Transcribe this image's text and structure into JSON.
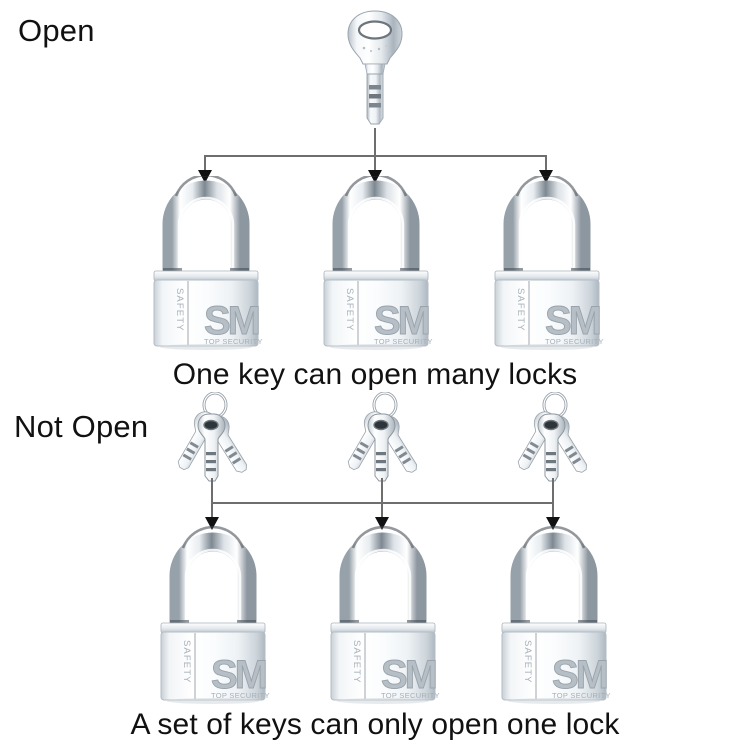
{
  "diagram": {
    "title_labels": {
      "open": "Open",
      "not_open": "Not Open"
    },
    "captions": {
      "top": "One key can open many locks",
      "bottom": "A set of keys can only open one lock"
    },
    "padlock": {
      "side_text": "SAFETY",
      "logo_text": "SM",
      "brand_text": "TOP SECURITY"
    },
    "colors": {
      "background": "#ffffff",
      "text": "#111111",
      "connector": "#6e6e6e",
      "arrow": "#111111",
      "metal_light": "#fdfdfd",
      "metal_mid": "#d7dde2",
      "metal_dark": "#8f9aa3",
      "metal_shadow": "#5d666e",
      "engrave": "#9aa3ac"
    },
    "rows": {
      "top_section": {
        "source_label": "single-key",
        "source_count": 1,
        "target_label": "padlock",
        "target_count": 3,
        "relation": "one-to-many"
      },
      "bottom_section": {
        "source_label": "key-set",
        "source_count": 3,
        "target_label": "padlock",
        "target_count": 3,
        "relation": "one-to-one"
      }
    },
    "icons": {
      "key": "key-icon",
      "keyset": "key-bunch-icon",
      "padlock": "padlock-icon",
      "arrow": "arrow-down-icon"
    }
  }
}
